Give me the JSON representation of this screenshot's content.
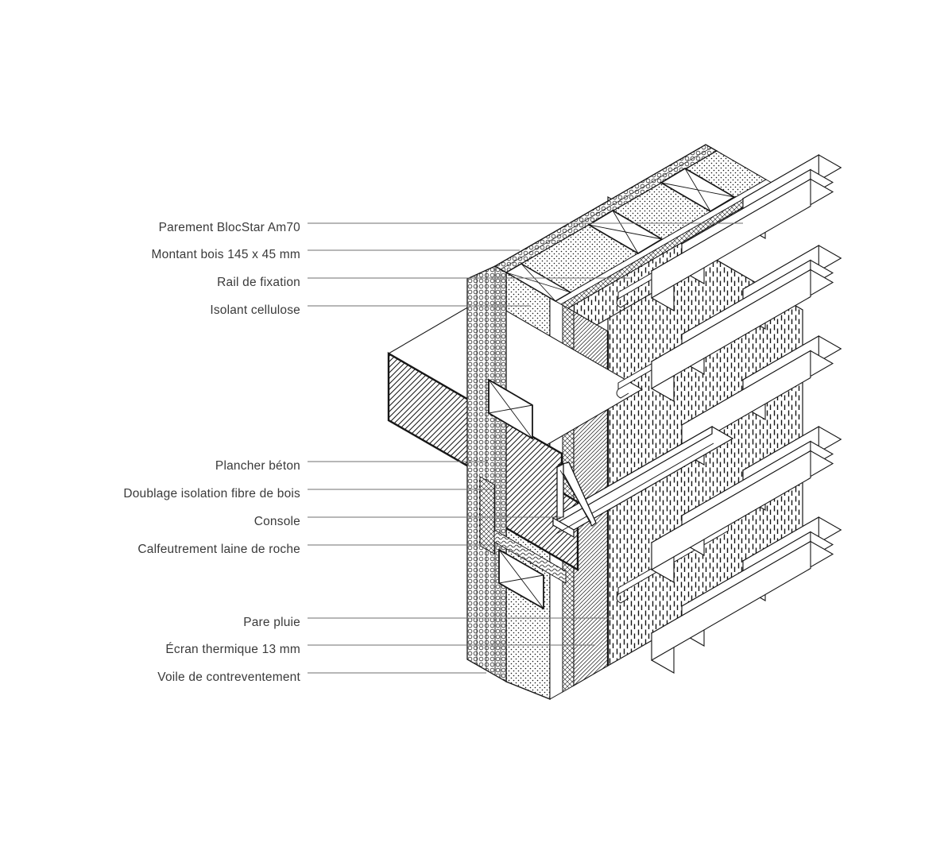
{
  "figure": {
    "type": "axonometric construction detail",
    "language": "fr",
    "subject": "Facade wall assembly with BlocStar cladding at concrete floor junction"
  },
  "colors": {
    "background": "#ffffff",
    "drawing_line": "#161616",
    "leader_line": "#6f6f6f",
    "label_text": "#3a3a3a"
  },
  "labels": [
    {
      "id": "parement",
      "text": "Parement BlocStar Am70"
    },
    {
      "id": "montant",
      "text": "Montant bois 145 x 45 mm"
    },
    {
      "id": "rail",
      "text": "Rail de fixation"
    },
    {
      "id": "isolant",
      "text": "Isolant cellulose"
    },
    {
      "id": "plancher",
      "text": "Plancher béton"
    },
    {
      "id": "doublage",
      "text": "Doublage isolation fibre de bois"
    },
    {
      "id": "console",
      "text": "Console"
    },
    {
      "id": "calfeutrement",
      "text": "Calfeutrement laine de roche"
    },
    {
      "id": "pare_pluie",
      "text": "Pare pluie"
    },
    {
      "id": "ecran",
      "text": "Écran thermique 13 mm"
    },
    {
      "id": "voile",
      "text": "Voile de contreventement"
    }
  ]
}
